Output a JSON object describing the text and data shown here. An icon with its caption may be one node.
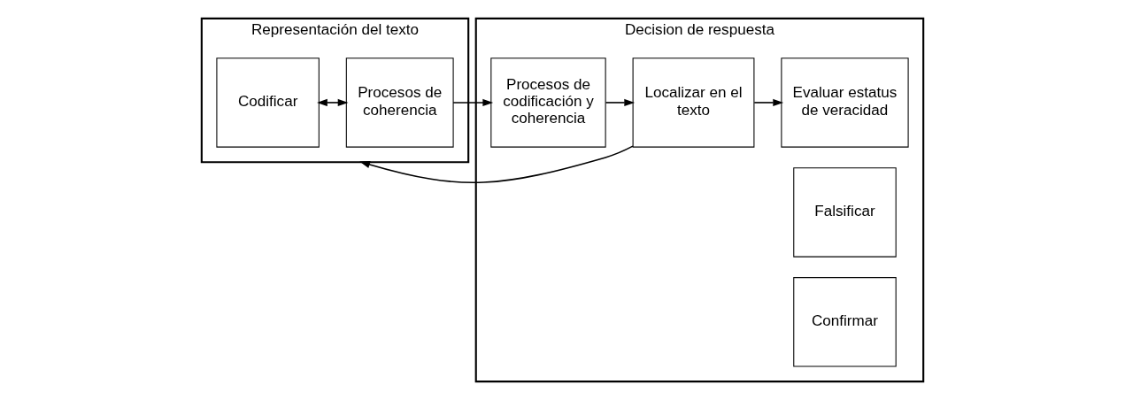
{
  "diagram": {
    "nodes": [
      {
        "text": [
          "Representación del texto"
        ]
      },
      {
        "text": [
          "Codificar"
        ],
        "in": 0
      },
      {
        "text": [
          "Procesos de coherencia"
        ],
        "in": 0
      },
      {
        "text": [
          "Decision de respuesta"
        ]
      },
      {
        "text": [
          "Procesos de codificación y coherencia"
        ],
        "in": 3
      },
      {
        "text": [
          "Localizar en el texto"
        ],
        "in": 3
      },
      {
        "text": [
          "Evaluar estatus de veracidad"
        ],
        "in": 3
      },
      {
        "text": [
          "Falsificar"
        ],
        "in": 3
      },
      {
        "text": [
          "Confirmar"
        ],
        "in": 3
      }
    ],
    "edges": [
      {
        "from": 1,
        "to": 2,
        "arrow": "both"
      },
      {
        "from": 2,
        "to": 4,
        "arrow": "to"
      },
      {
        "from": 4,
        "to": 5,
        "arrow": "to"
      },
      {
        "from": 5,
        "to": 6,
        "arrow": "to"
      },
      {
        "from": 5,
        "to": 0,
        "arrow": "to"
      }
    ]
  }
}
